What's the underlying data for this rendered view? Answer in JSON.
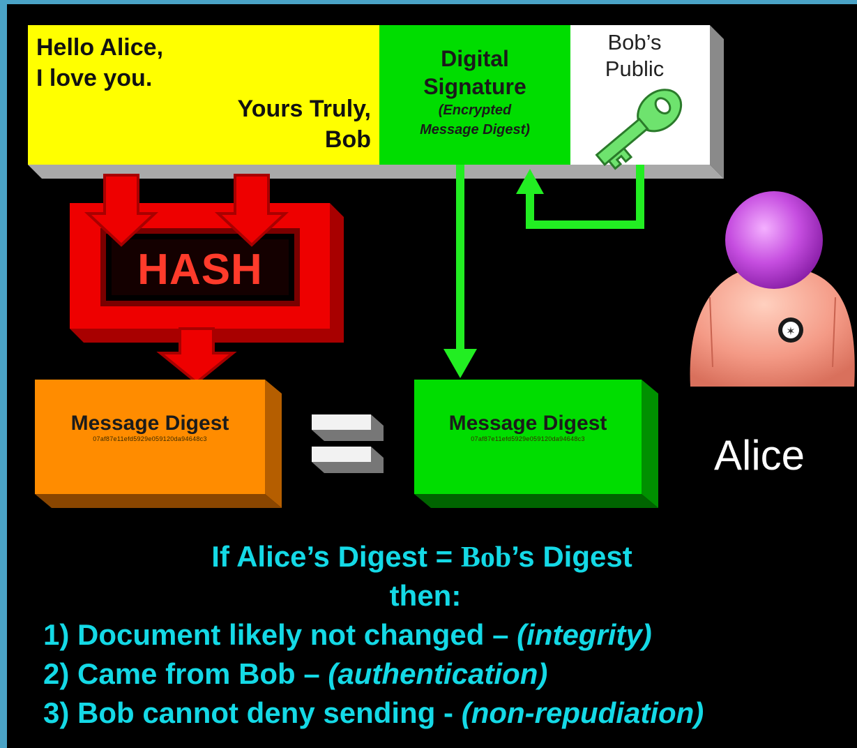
{
  "message": {
    "line1": "Hello Alice,",
    "line2": "I love you.",
    "closing": "Yours Truly,",
    "signer": "Bob"
  },
  "signature": {
    "title1": "Digital",
    "title2": "Signature",
    "sub1": "(Encrypted",
    "sub2": "Message Digest)"
  },
  "public_key": {
    "line1": "Bob’s",
    "line2": "Public",
    "icon": "key-icon"
  },
  "hash": {
    "label": "HASH"
  },
  "digest_left": {
    "title": "Message Digest",
    "hex": "07af87e11efd5929e059120da94648c3"
  },
  "digest_right": {
    "title": "Message Digest",
    "hex": "07af87e11efd5929e059120da94648c3"
  },
  "alice": {
    "label": "Alice",
    "icon": "user-avatar-icon"
  },
  "conclusion": {
    "head_a": "If Alice’s Digest = ",
    "head_bob": "Bob",
    "head_b": "’s Digest",
    "then": "then:",
    "item1_text": "1) Document likely not changed – ",
    "item1_em": "(integrity)",
    "item2_text": "2) Came from Bob – ",
    "item2_em": "(authentication)",
    "item3_text": "3) Bob cannot deny sending - ",
    "item3_em": "(non-repudiation)"
  },
  "colors": {
    "background_border": "#4aa3c6",
    "message": "#ffff00",
    "signature": "#00dd00",
    "hash": "#ff0000",
    "digest_left": "#ff8c00",
    "digest_right": "#00dd00",
    "conclusion_text": "#14d9e6"
  }
}
